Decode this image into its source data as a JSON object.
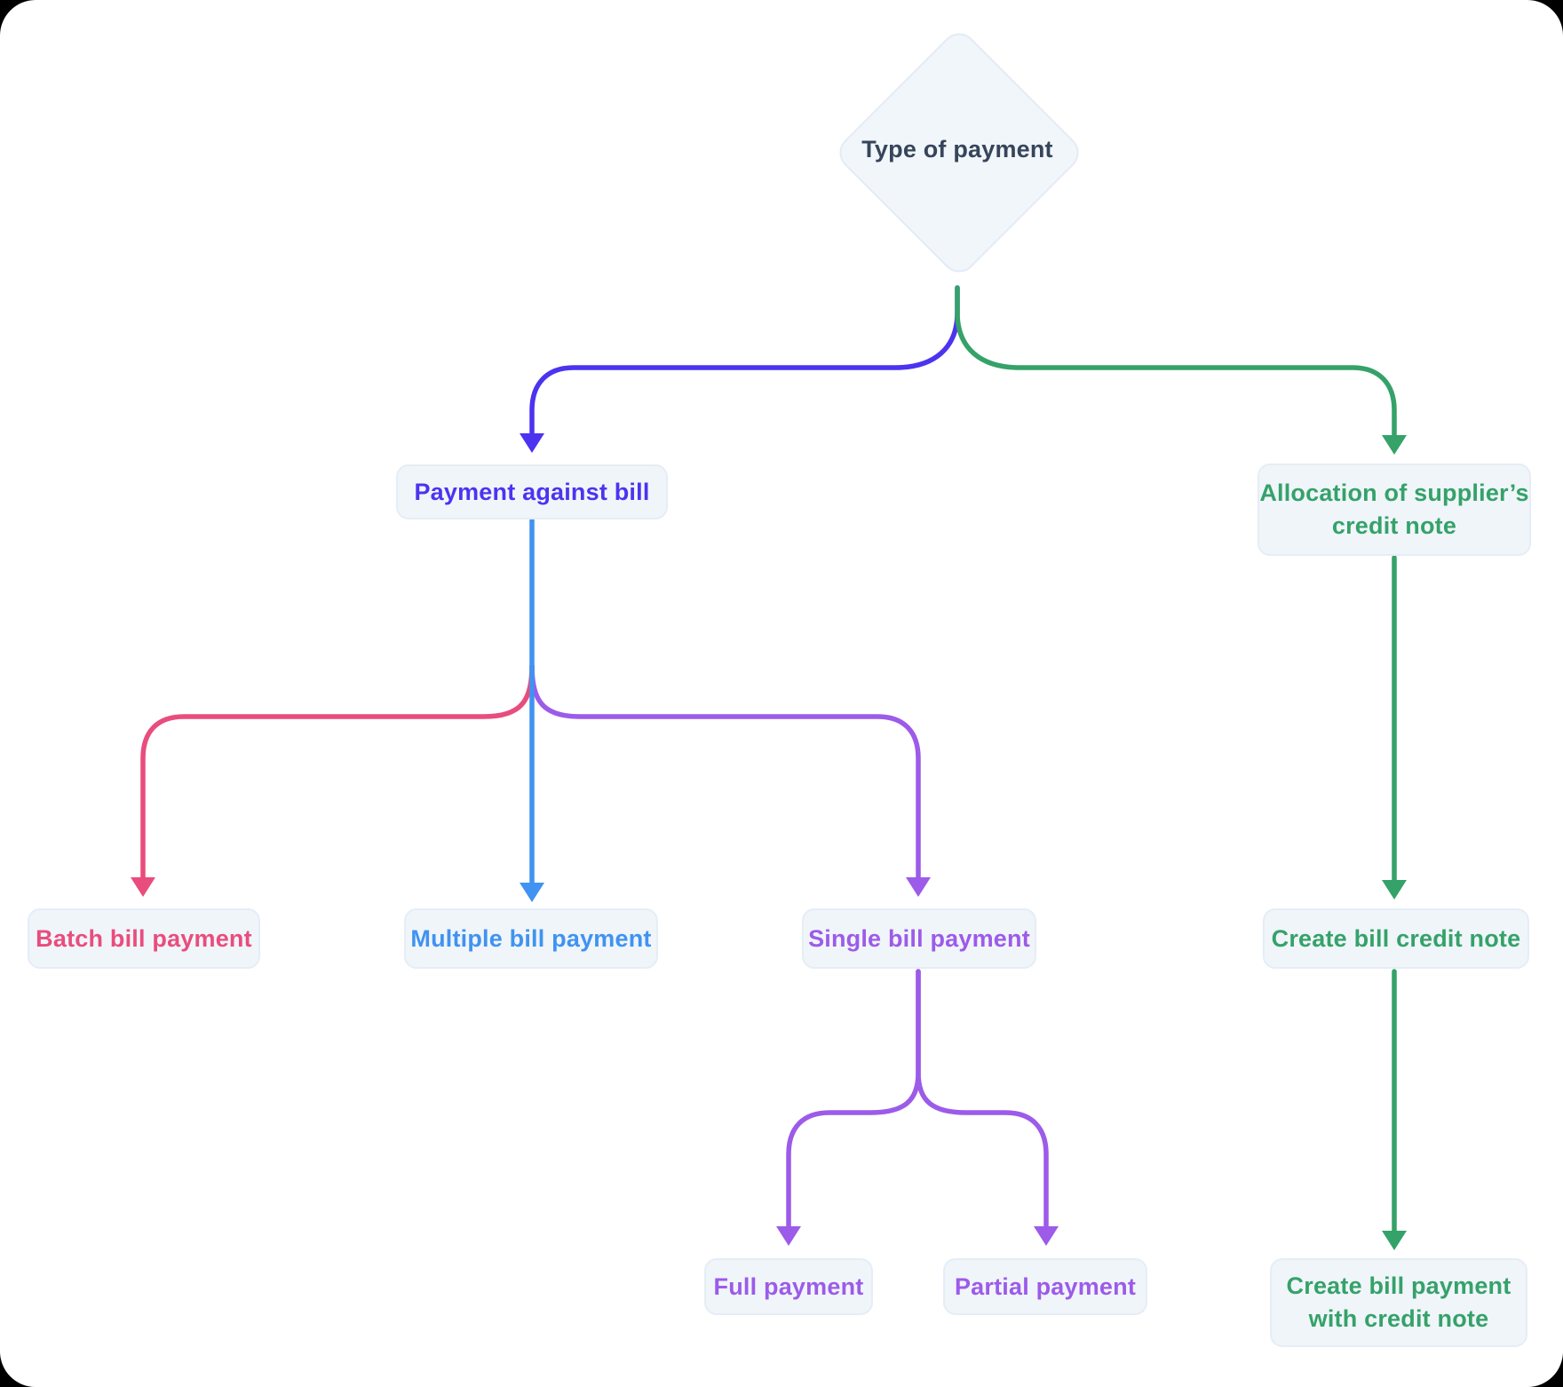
{
  "diagram": {
    "title": "Type of payment flowchart",
    "colors": {
      "indigo": "#4C33F0",
      "green": "#35A269",
      "pink": "#E94D7D",
      "blue": "#4093F0",
      "purple": "#9C5BE9",
      "dark_text": "#36455A",
      "node_background": "#F0F5FA",
      "node_border": "#E5EDF6",
      "page_background": "#FFFFFF",
      "outer_background": "#000000"
    },
    "nodes": {
      "root": {
        "label": "Type of payment",
        "shape": "diamond"
      },
      "payment_against_bill": {
        "label": "Payment against bill"
      },
      "allocation_credit_note": {
        "label": "Allocation of supplier’s\ncredit note"
      },
      "batch_bill_payment": {
        "label": "Batch bill payment"
      },
      "multiple_bill_payment": {
        "label": "Multiple bill payment"
      },
      "single_bill_payment": {
        "label": "Single bill payment"
      },
      "create_bill_credit_note": {
        "label": "Create bill credit note"
      },
      "full_payment": {
        "label": "Full payment"
      },
      "partial_payment": {
        "label": "Partial payment"
      },
      "create_bill_payment_credit_note": {
        "label": "Create bill payment\nwith credit note"
      }
    },
    "edges": [
      {
        "from": "root",
        "to": "payment_against_bill",
        "color": "indigo"
      },
      {
        "from": "root",
        "to": "allocation_credit_note",
        "color": "green"
      },
      {
        "from": "payment_against_bill",
        "to": "batch_bill_payment",
        "color": "pink"
      },
      {
        "from": "payment_against_bill",
        "to": "multiple_bill_payment",
        "color": "blue"
      },
      {
        "from": "payment_against_bill",
        "to": "single_bill_payment",
        "color": "purple"
      },
      {
        "from": "single_bill_payment",
        "to": "full_payment",
        "color": "purple"
      },
      {
        "from": "single_bill_payment",
        "to": "partial_payment",
        "color": "purple"
      },
      {
        "from": "allocation_credit_note",
        "to": "create_bill_credit_note",
        "color": "green"
      },
      {
        "from": "create_bill_credit_note",
        "to": "create_bill_payment_credit_note",
        "color": "green"
      }
    ]
  }
}
